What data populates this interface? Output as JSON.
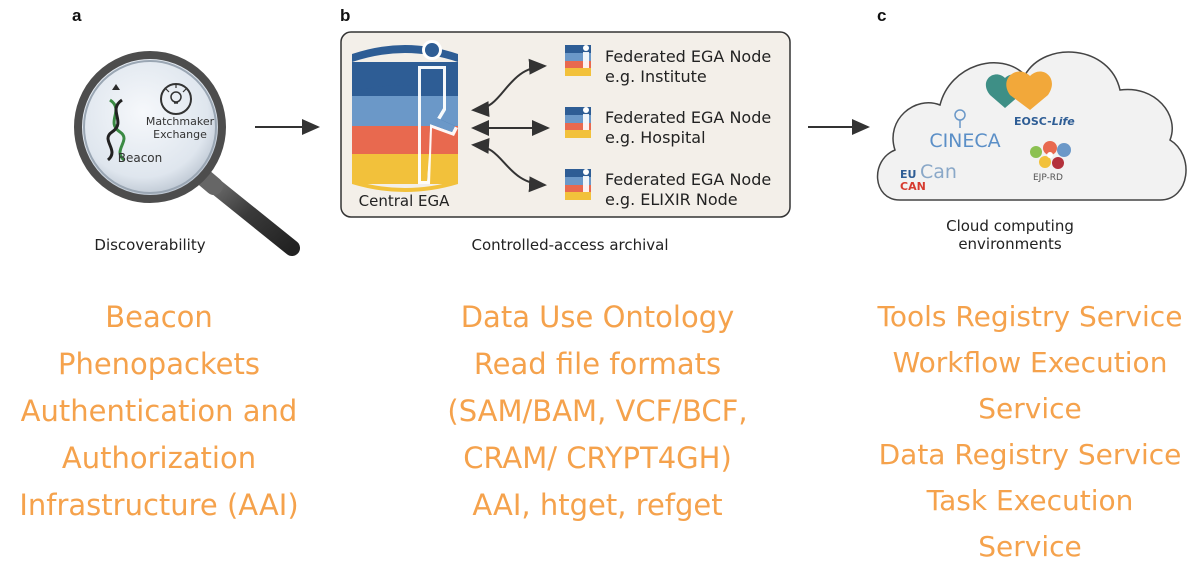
{
  "panels": {
    "a": {
      "letter": "a",
      "caption": "Discoverability",
      "lens_labels": {
        "beacon": "Beacon",
        "matchmaker_line1": "Matchmaker",
        "matchmaker_line2": "Exchange"
      }
    },
    "b": {
      "letter": "b",
      "caption": "Controlled-access archival",
      "central_label": "Central EGA",
      "nodes": [
        {
          "title": "Federated EGA Node",
          "subtitle": "e.g. Institute"
        },
        {
          "title": "Federated EGA Node",
          "subtitle": "e.g. Hospital"
        },
        {
          "title": "Federated EGA Node",
          "subtitle": "e.g. ELIXIR Node"
        }
      ]
    },
    "c": {
      "letter": "c",
      "caption_line1": "Cloud computing",
      "caption_line2": "environments",
      "cloud_labels": {
        "eosc": "EOSC-",
        "eosc_italic": "Life",
        "cineca": "CINECA",
        "eu": "EU",
        "can_big": "Can",
        "can": "CAN",
        "ejp": "EJP-RD"
      }
    }
  },
  "standards": {
    "left": [
      "Beacon",
      "Phenopackets",
      "Authentication and",
      "Authorization",
      "Infrastructure (AAI)"
    ],
    "middle": [
      "Data Use Ontology",
      "Read file formats",
      "(SAM/BAM, VCF/BCF,",
      "CRAM/ CRYPT4GH)",
      "AAI, htget, refget"
    ],
    "right": [
      "Tools Registry Service",
      "Workflow Execution",
      "Service",
      "Data Registry Service",
      "Task Execution",
      "Service"
    ]
  },
  "colors": {
    "standards_text": "#f5a24c",
    "stack_blue": "#2e5d95",
    "stack_lightblue": "#6b98c8",
    "stack_orange": "#e8694f",
    "stack_yellow": "#f2c13b",
    "box_bg": "#f3efe9"
  }
}
